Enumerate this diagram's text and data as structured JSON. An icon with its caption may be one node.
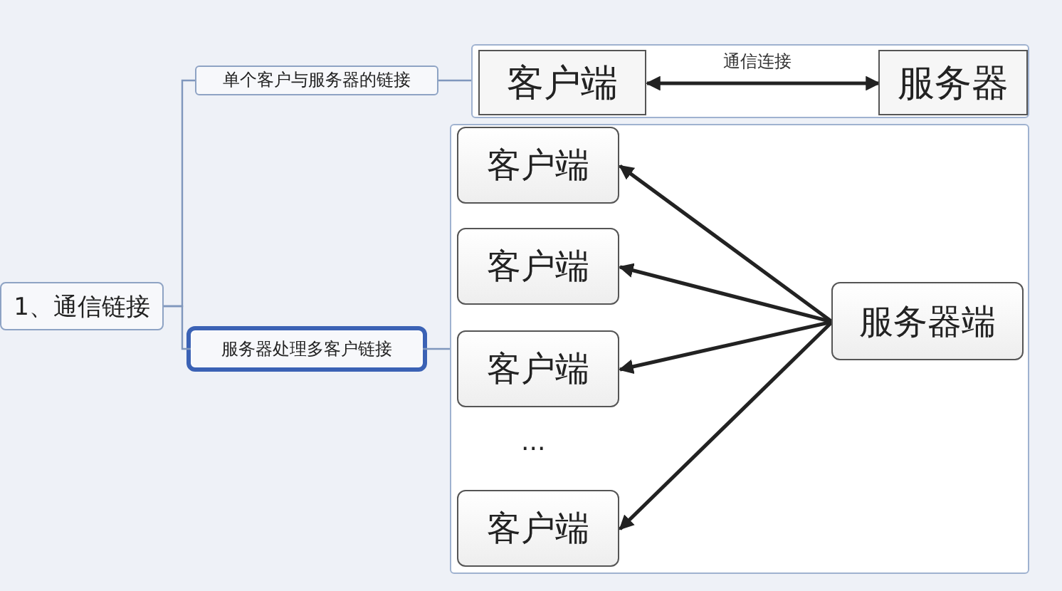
{
  "diagram": {
    "nodes": [
      {
        "text": [
          "1、通信链接"
        ]
      },
      {
        "text": [
          "单个客户与服务器的链接"
        ]
      },
      {
        "text": [
          "服务器处理多客户链接"
        ]
      },
      {
        "text": [],
        "shape": "box"
      },
      {
        "text": [
          "客户端"
        ],
        "in": 3
      },
      {
        "text": [
          "服务器"
        ],
        "in": 3
      },
      {
        "text": [],
        "shape": "box"
      },
      {
        "text": [
          "客户端"
        ],
        "in": 6
      },
      {
        "text": [
          "客户端"
        ],
        "in": 6
      },
      {
        "text": [
          "客户端"
        ],
        "in": 6
      },
      {
        "text": [
          "客户端"
        ],
        "in": 6
      },
      {
        "text": [
          "服务器端"
        ],
        "in": 6
      }
    ],
    "edges": [
      {
        "from": 0,
        "to": 1,
        "arrow": "none",
        "color": "#7f97bd"
      },
      {
        "from": 0,
        "to": 2,
        "arrow": "none",
        "color": "#7f97bd"
      },
      {
        "from": 1,
        "to": 3,
        "arrow": "none",
        "color": "#7f97bd"
      },
      {
        "from": 2,
        "to": 6,
        "arrow": "none",
        "color": "#7f97bd"
      },
      {
        "from": 4,
        "to": 5,
        "arrow": "both",
        "label": "通信连接"
      },
      {
        "from": 11,
        "to": 7,
        "arrow": "to"
      },
      {
        "from": 11,
        "to": 8,
        "arrow": "to"
      },
      {
        "from": 11,
        "to": 9,
        "arrow": "to"
      },
      {
        "from": 11,
        "to": 10,
        "arrow": "to"
      }
    ],
    "labels": [
      "..."
    ]
  }
}
